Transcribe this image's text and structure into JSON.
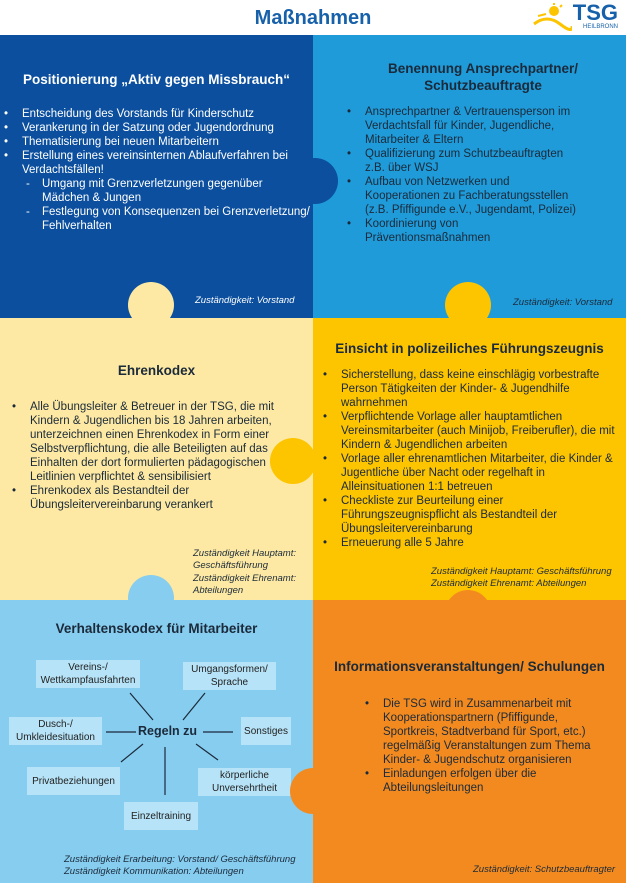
{
  "header": {
    "title": "Maßnahmen",
    "logo_text": "TSG",
    "logo_sub": "HEILBRONN"
  },
  "q1": {
    "title": "Positionierung „Aktiv gegen Missbrauch“",
    "items": [
      "Entscheidung des Vorstands für Kinderschutz",
      "Verankerung in der Satzung oder Jugendordnung",
      "Thematisierung bei neuen Mitarbeitern",
      "Erstellung eines vereinsinternen Ablaufverfahren bei Verdachtsfällen!"
    ],
    "subitems": [
      "Umgang mit Grenzverletzungen gegenüber Mädchen & Jungen",
      "Festlegung von Konsequenzen bei Grenzverletzung/ Fehlverhalten"
    ],
    "resp": "Zuständigkeit: Vorstand"
  },
  "q2": {
    "title": "Benennung Ansprechpartner/ Schutzbeauftragte",
    "items": [
      "Ansprechpartner & Vertrauensperson im Verdachtsfall für Kinder, Jugendliche, Mitarbeiter & Eltern",
      "Qualifizierung zum Schutzbeauftragten z.B. über WSJ",
      "Aufbau von Netzwerken und Kooperationen zu Fachberatungsstellen (z.B. Pfiffigunde e.V., Jugendamt, Polizei)",
      "Koordinierung von Präventionsmaßnahmen"
    ],
    "resp": "Zuständigkeit: Vorstand"
  },
  "q3": {
    "title": "Ehrenkodex",
    "items": [
      "Alle Übungsleiter & Betreuer in der TSG, die mit Kindern & Jugendlichen bis 18 Jahren arbeiten, unterzeichnen einen Ehrenkodex in Form einer Selbstverpflichtung, die alle Beteiligten auf das Einhalten der dort formulierten pädagogischen Leitlinien verpflichtet & sensibilisiert",
      "Ehrenkodex als Bestandteil der Übungsleitervereinbarung verankert"
    ],
    "resp1": "Zuständigkeit Hauptamt: Geschäftsführung",
    "resp2": "Zuständigkeit Ehrenamt: Abteilungen"
  },
  "q4": {
    "title": "Einsicht in polizeiliches Führungszeugnis",
    "items": [
      "Sicherstellung, dass keine einschlägig vorbestrafte Person Tätigkeiten der Kinder- & Jugendhilfe wahrnehmen",
      "Verpflichtende Vorlage aller hauptamtlichen Vereinsmitarbeiter (auch Minijob, Freiberufler), die mit Kindern & Jugendlichen arbeiten",
      "Vorlage aller ehrenamtlichen Mitarbeiter, die Kinder & Jugentliche über Nacht oder regelhaft in Alleinsituationen 1:1 betreuen",
      "Checkliste zur Beurteilung einer Führungszeugnispflicht als Bestandteil der Übungsleitervereinbarung",
      "Erneuerung alle 5 Jahre"
    ],
    "resp1": "Zuständigkeit Hauptamt: Geschäftsführung",
    "resp2": "Zuständigkeit Ehrenamt: Abteilungen"
  },
  "q5": {
    "title": "Verhaltenskodex für Mitarbeiter",
    "center": "Regeln zu",
    "boxes": [
      "Vereins-/ Wettkampfausfahrten",
      "Umgangsformen/ Sprache",
      "Dusch-/ Umkleidesituation",
      "Sonstiges",
      "Privatbeziehungen",
      "körperliche Unversehrtheit",
      "Einzeltraining"
    ],
    "resp1": "Zuständigkeit Erarbeitung: Vorstand/ Geschäftsführung",
    "resp2": "Zuständigkeit Kommunikation: Abteilungen"
  },
  "q6": {
    "title": "Informationsveranstaltungen/ Schulungen",
    "items": [
      "Die TSG wird in Zusammenarbeit mit Kooperationspartnern (Pfiffigunde, Sportkreis, Stadtverband für Sport, etc.) regelmäßig Veranstaltungen zum Thema Kinder- & Jugendschutz organisieren",
      "Einladungen erfolgen über die Abteilungsleitungen"
    ],
    "resp": "Zuständigkeit: Schutzbeauftragter"
  },
  "colors": {
    "q1": "#0b4f9e",
    "q2": "#1f9bd9",
    "q3": "#fde9a3",
    "q4": "#fdc400",
    "q5": "#87cdef",
    "q6": "#f28a1f"
  }
}
